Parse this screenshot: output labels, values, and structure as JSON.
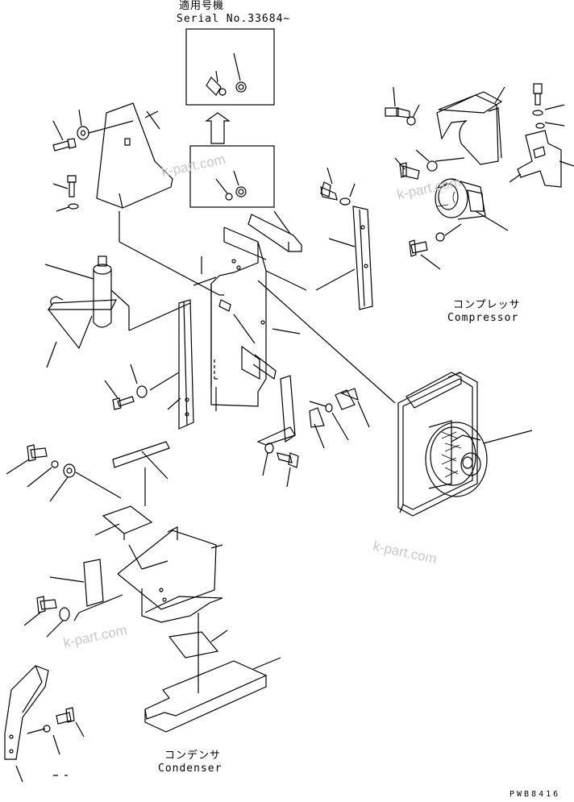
{
  "serial_note": {
    "jp": "適用号機",
    "en": "Serial No.33684~"
  },
  "compressor_label": {
    "jp": "コンプレッサ",
    "en": "Compressor"
  },
  "condenser_label": {
    "jp": "コンデンサ",
    "en": "Condenser"
  },
  "watermarks": [
    "k-part.com",
    "k-part.com",
    "k-part.com",
    "k-part.com"
  ],
  "drawing_code": "PWB8416"
}
